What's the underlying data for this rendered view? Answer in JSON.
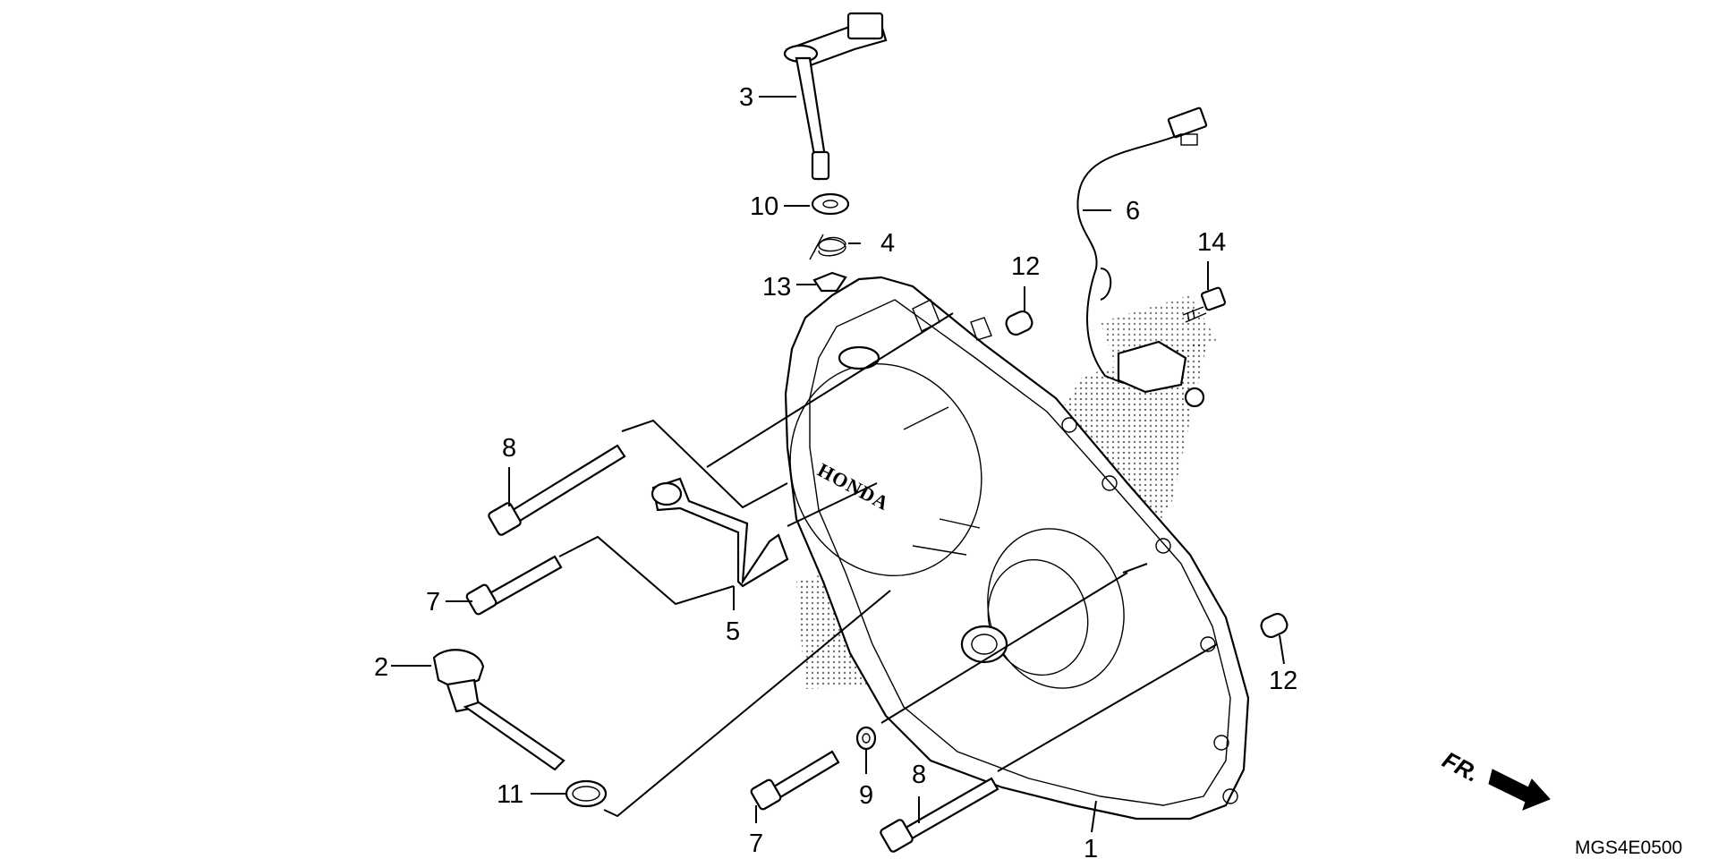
{
  "brand_text": "HONDA",
  "direction_marker": "FR.",
  "diagram_code": "MGS4E0500",
  "callouts": {
    "c1": "1",
    "c2": "2",
    "c3": "3",
    "c4": "4",
    "c5": "5",
    "c6": "6",
    "c7a": "7",
    "c7b": "7",
    "c8a": "8",
    "c8b": "8",
    "c9": "9",
    "c10": "10",
    "c11": "11",
    "c12a": "12",
    "c12b": "12",
    "c13": "13",
    "c14": "14"
  },
  "colors": {
    "ink": "#000000",
    "paper": "#ffffff"
  }
}
